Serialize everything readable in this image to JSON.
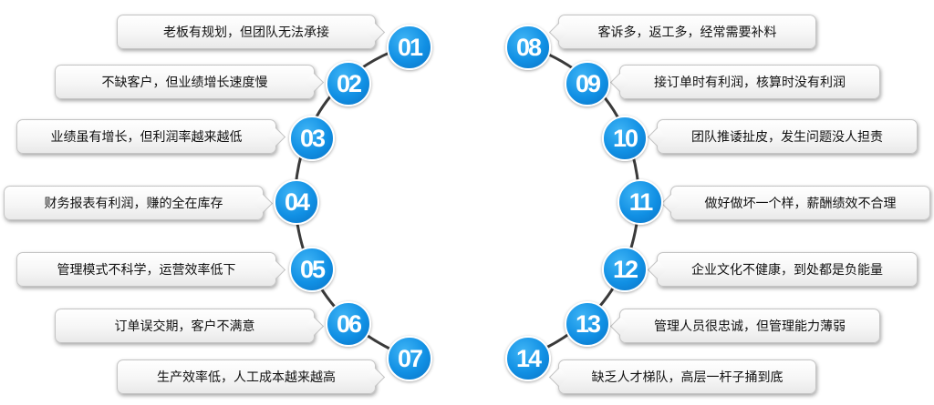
{
  "colors": {
    "badge": "#1190e4",
    "arc": "#3a3a3a",
    "callout_border": "#c4c4c4"
  },
  "left_items": [
    {
      "number": "01",
      "text": "老板有规划，但团队无法承接"
    },
    {
      "number": "02",
      "text": "不缺客户，但业绩增长速度慢"
    },
    {
      "number": "03",
      "text": "业绩虽有增长，但利润率越来越低"
    },
    {
      "number": "04",
      "text": "财务报表有利润，赚的全在库存"
    },
    {
      "number": "05",
      "text": "管理模式不科学，运营效率低下"
    },
    {
      "number": "06",
      "text": "订单误交期，客户不满意"
    },
    {
      "number": "07",
      "text": "生产效率低，人工成本越来越高"
    }
  ],
  "right_items": [
    {
      "number": "08",
      "text": "客诉多，返工多，经常需要补料"
    },
    {
      "number": "09",
      "text": "接订单时有利润，核算时没有利润"
    },
    {
      "number": "10",
      "text": "团队推诿扯皮，发生问题没人担责"
    },
    {
      "number": "11",
      "text": "做好做坏一个样，薪酬绩效不合理"
    },
    {
      "number": "12",
      "text": "企业文化不健康，到处都是负能量"
    },
    {
      "number": "13",
      "text": "管理人员很忠诚，但管理能力薄弱"
    },
    {
      "number": "14",
      "text": "缺乏人才梯队，高层一杆子捅到底"
    }
  ]
}
